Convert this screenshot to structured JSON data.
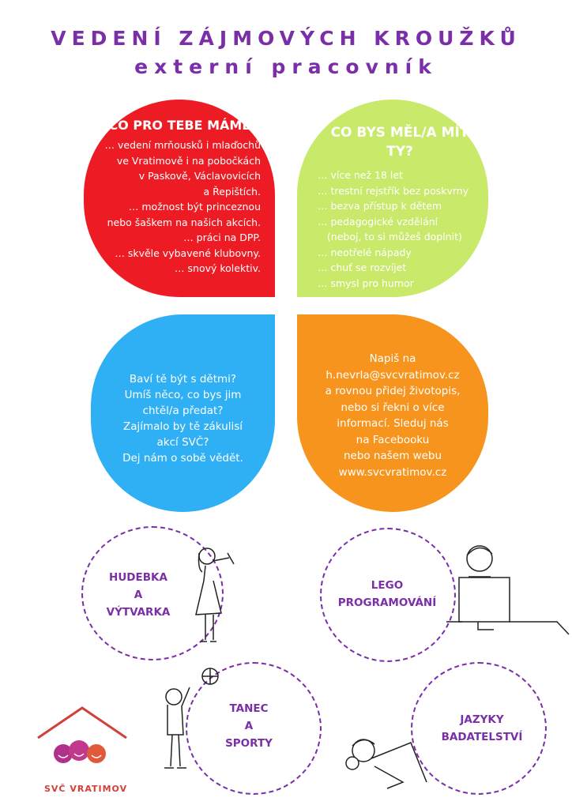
{
  "header": {
    "title": "VEDENÍ ZÁJMOVÝCH KROUŽKŮ",
    "subtitle": "externí pracovník"
  },
  "offer": {
    "heading": "CO PRO TEBE MÁME?",
    "lines": [
      "… vedení mrňousků i mlaďochů",
      "ve Vratimově  i na pobočkách",
      "v Paskově, Václavovicích",
      "a Řepištích.",
      "… možnost být princeznou",
      "nebo šaškem na našich akcích.",
      "… práci na DPP.",
      "… skvěle vybavené klubovny.",
      "… snový kolektiv."
    ]
  },
  "requirements": {
    "heading": "CO BYS MĚL/A MÍT TY?",
    "lines": [
      "… více než 18 let",
      "… trestní rejstřík bez poskvrny",
      "… bezva přístup k dětem",
      "… pedagogické vzdělání",
      "   (neboj, to si můžeš doplnit)",
      "… neotřelé nápady",
      "… chuť se rozvíjet",
      "… smysl pro humor"
    ]
  },
  "question": {
    "lines": [
      "Baví tě být s dětmi?",
      "Umíš něco, co bys jim",
      "chtěl/a předat?",
      "Zajímalo by tě zákulisí",
      "akcí SVČ?",
      "Dej nám o sobě vědět."
    ]
  },
  "contact": {
    "lines": [
      "Napiš na",
      "h.nevrla@svcvratimov.cz",
      "a rovnou přidej životopis,",
      "nebo si řekni o více",
      "informací. Sleduj nás",
      "na Facebooku",
      "nebo našem webu",
      "www.svcvratimov.cz"
    ]
  },
  "activities": [
    {
      "lines": [
        "HUDEBKA",
        "A",
        "VÝTVARKA"
      ]
    },
    {
      "lines": [
        "LEGO",
        "PROGRAMOVÁNÍ"
      ]
    },
    {
      "lines": [
        "TANEC",
        "A",
        "SPORTY"
      ]
    },
    {
      "lines": [
        "JAZYKY",
        "BADATELSTVÍ"
      ]
    }
  ],
  "logo": {
    "text": "SVČ VRATIMOV"
  },
  "colors": {
    "purple": "#7a2ea8",
    "red": "#ed1c24",
    "green": "#c9e96b",
    "blue": "#2fb0f5",
    "orange": "#f7941d"
  }
}
